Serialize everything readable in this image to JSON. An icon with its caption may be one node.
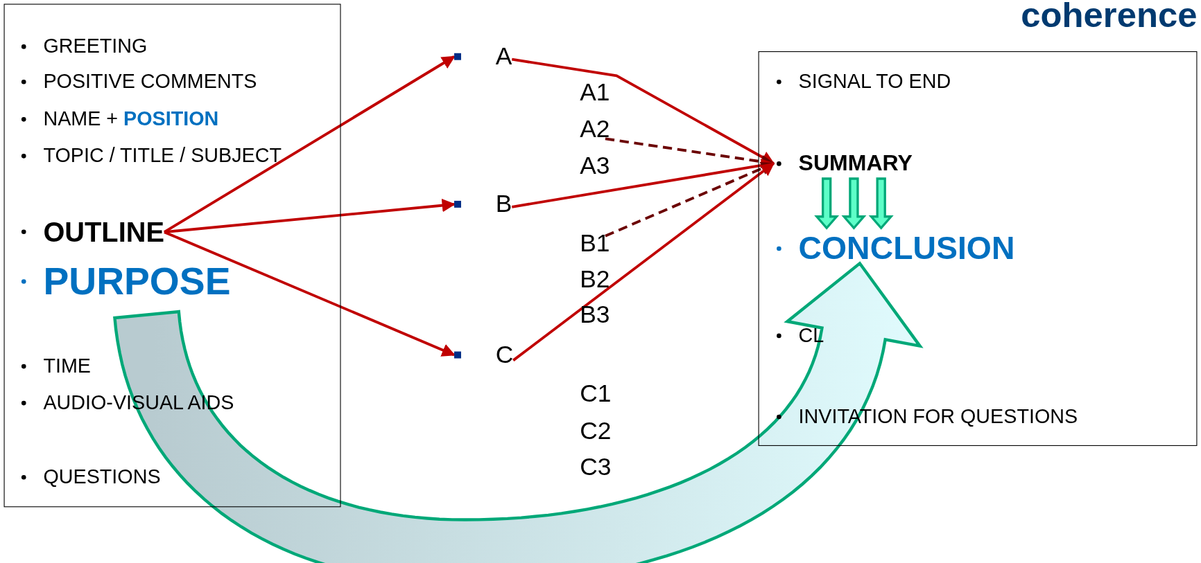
{
  "diagram": {
    "title": "coherence",
    "nodes": [
      {
        "text": [],
        "shape": "box"
      },
      {
        "text": [
          "GREETING"
        ],
        "in": 0
      },
      {
        "text": [
          "POSITIVE COMMENTS"
        ],
        "in": 0
      },
      {
        "text": [
          "NAME + **POSITION**"
        ],
        "in": 0
      },
      {
        "text": [
          "TOPIC / TITLE / SUBJECT"
        ],
        "in": 0
      },
      {
        "text": [
          "OUTLINE"
        ],
        "in": 0
      },
      {
        "text": [
          "PURPOSE"
        ],
        "in": 0
      },
      {
        "text": [
          "TIME"
        ],
        "in": 0
      },
      {
        "text": [
          "AUDIO-VISUAL AIDS"
        ],
        "in": 0
      },
      {
        "text": [
          "QUESTIONS"
        ],
        "in": 0
      },
      {
        "text": [
          "A"
        ]
      },
      {
        "text": [
          "A1"
        ]
      },
      {
        "text": [
          "A2"
        ]
      },
      {
        "text": [
          "A3"
        ]
      },
      {
        "text": [
          "B"
        ]
      },
      {
        "text": [
          "B1"
        ]
      },
      {
        "text": [
          "B2"
        ]
      },
      {
        "text": [
          "B3"
        ]
      },
      {
        "text": [
          "C"
        ]
      },
      {
        "text": [
          "C1"
        ]
      },
      {
        "text": [
          "C2"
        ]
      },
      {
        "text": [
          "C3"
        ]
      },
      {
        "text": [],
        "shape": "box"
      },
      {
        "text": [
          "SIGNAL TO END"
        ],
        "in": 22
      },
      {
        "text": [
          "SUMMARY"
        ],
        "in": 22
      },
      {
        "text": [
          "CONCLUSION"
        ],
        "in": 22
      },
      {
        "text": [
          "CL"
        ],
        "in": 22
      },
      {
        "text": [
          "INVITATION FOR QUESTIONS"
        ],
        "in": 22
      }
    ],
    "edges": [
      {
        "from": 5,
        "to": 10,
        "arrow": "to"
      },
      {
        "from": 5,
        "to": 14,
        "arrow": "to"
      },
      {
        "from": 5,
        "to": 18,
        "arrow": "to"
      },
      {
        "from": 10,
        "to": 24,
        "arrow": "to"
      },
      {
        "from": 12,
        "to": 24,
        "arrow": "to",
        "style": "dashed",
        "color": "#6b0000"
      },
      {
        "from": 14,
        "to": 24,
        "arrow": "to"
      },
      {
        "from": 15,
        "to": 24,
        "arrow": "to",
        "style": "dashed",
        "color": "#6b0000"
      },
      {
        "from": 18,
        "to": 24,
        "arrow": "to"
      },
      {
        "from": 24,
        "to": 25,
        "arrow": "to",
        "style": "thick",
        "color": "#00a878"
      },
      {
        "from": 24,
        "to": 25,
        "arrow": "to",
        "style": "thick",
        "color": "#00a878"
      },
      {
        "from": 24,
        "to": 25,
        "arrow": "to",
        "style": "thick",
        "color": "#00a878"
      },
      {
        "from": 6,
        "to": 25,
        "arrow": "to",
        "style": "thick",
        "color": "#00a878"
      }
    ]
  }
}
